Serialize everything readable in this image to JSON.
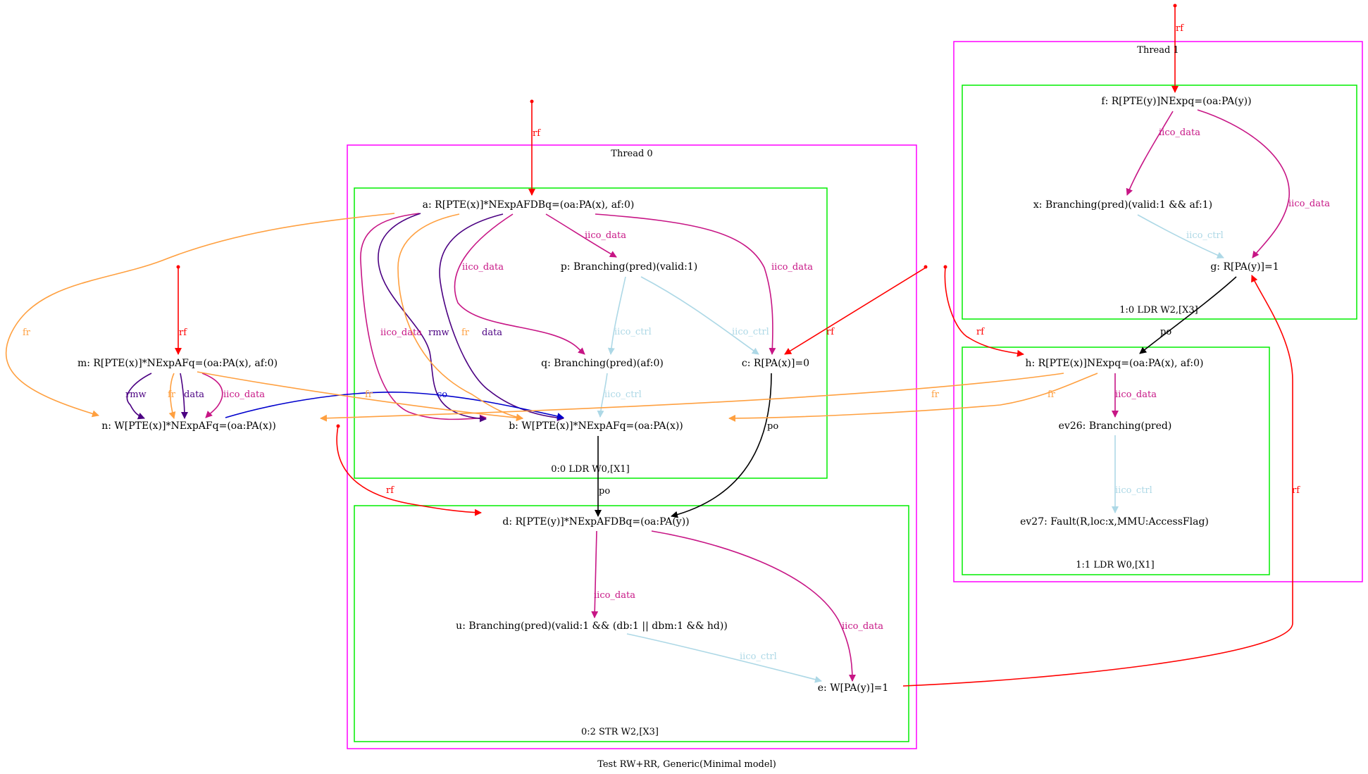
{
  "caption": "Test RW+RR, Generic(Minimal model)",
  "clusters": {
    "thread0": "Thread 0",
    "thread1": "Thread 1",
    "instr_00": "0:0 LDR W0,[X1]",
    "instr_02": "0:2 STR W2,[X3]",
    "instr_10": "1:0 LDR W2,[X3]",
    "instr_11": "1:1 LDR W0,[X1]"
  },
  "nodes": {
    "a": "a: R[PTE(x)]*NExpAFDBq=(oa:PA(x), af:0)",
    "p": "p: Branching(pred)(valid:1)",
    "q": "q: Branching(pred)(af:0)",
    "c": "c: R[PA(x)]=0",
    "b": "b: W[PTE(x)]*NExpAFq=(oa:PA(x))",
    "m": "m: R[PTE(x)]*NExpAFq=(oa:PA(x), af:0)",
    "n": "n: W[PTE(x)]*NExpAFq=(oa:PA(x))",
    "d": "d: R[PTE(y)]*NExpAFDBq=(oa:PA(y))",
    "u": "u: Branching(pred)(valid:1 && (db:1 || dbm:1 && hd))",
    "e": "e: W[PA(y)]=1",
    "f": "f: R[PTE(y)]NExpq=(oa:PA(y))",
    "x": "x: Branching(pred)(valid:1 && af:1)",
    "g": "g: R[PA(y)]=1",
    "h": "h: R[PTE(x)]NExpq=(oa:PA(x), af:0)",
    "ev26": "ev26: Branching(pred)",
    "ev27": "ev27: Fault(R,loc:x,MMU:AccessFlag)"
  },
  "edge_labels": {
    "rf": "rf",
    "fr": "fr",
    "po": "po",
    "co": "co",
    "rmw": "rmw",
    "data": "data",
    "iico_data": "iico_data",
    "iico_ctrl": "iico_ctrl"
  },
  "colors": {
    "rf": "#ff0000",
    "fr": "#ffa040",
    "iico_data": "#c71585",
    "iico_ctrl": "#add8e6",
    "rmw_data": "#4b0082",
    "co": "#0000cd",
    "po": "#000000",
    "thread_box": "#ff00ff",
    "instr_box": "#00ee00"
  }
}
